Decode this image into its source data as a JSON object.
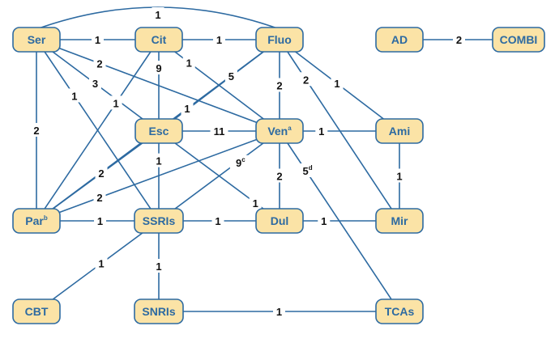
{
  "colors": {
    "node_fill": "#fbe3a6",
    "node_stroke": "#2d6aa1",
    "edge": "#2d6aa1",
    "node_text": "#2d6aa1",
    "edge_text": "#111111"
  },
  "nodes": [
    {
      "id": "Ser",
      "label": "Ser",
      "sup": ""
    },
    {
      "id": "Cit",
      "label": "Cit",
      "sup": ""
    },
    {
      "id": "Fluo",
      "label": "Fluo",
      "sup": ""
    },
    {
      "id": "AD",
      "label": "AD",
      "sup": ""
    },
    {
      "id": "COMBI",
      "label": "COMBI",
      "sup": ""
    },
    {
      "id": "Esc",
      "label": "Esc",
      "sup": ""
    },
    {
      "id": "Ven",
      "label": "Ven",
      "sup": "a"
    },
    {
      "id": "Ami",
      "label": "Ami",
      "sup": ""
    },
    {
      "id": "Par",
      "label": "Par",
      "sup": "b"
    },
    {
      "id": "SSRIs",
      "label": "SSRIs",
      "sup": ""
    },
    {
      "id": "Dul",
      "label": "Dul",
      "sup": ""
    },
    {
      "id": "Mir",
      "label": "Mir",
      "sup": ""
    },
    {
      "id": "CBT",
      "label": "CBT",
      "sup": ""
    },
    {
      "id": "SNRIs",
      "label": "SNRIs",
      "sup": ""
    },
    {
      "id": "TCAs",
      "label": "TCAs",
      "sup": ""
    }
  ],
  "edges": [
    {
      "from": "Ser",
      "to": "Fluo",
      "label": "1",
      "sup": ""
    },
    {
      "from": "Ser",
      "to": "Cit",
      "label": "1",
      "sup": ""
    },
    {
      "from": "Cit",
      "to": "Fluo",
      "label": "1",
      "sup": ""
    },
    {
      "from": "AD",
      "to": "COMBI",
      "label": "2",
      "sup": ""
    },
    {
      "from": "Ser",
      "to": "Ven",
      "label": "2",
      "sup": ""
    },
    {
      "from": "Ser",
      "to": "Esc",
      "label": "3",
      "sup": ""
    },
    {
      "from": "Ser",
      "to": "SSRIs",
      "label": "1",
      "sup": ""
    },
    {
      "from": "Ser",
      "to": "Par",
      "label": "2",
      "sup": ""
    },
    {
      "from": "Cit",
      "to": "Esc",
      "label": "9",
      "sup": ""
    },
    {
      "from": "Cit",
      "to": "Ven",
      "label": "1",
      "sup": ""
    },
    {
      "from": "Cit",
      "to": "Par",
      "label": "1",
      "sup": ""
    },
    {
      "from": "Fluo",
      "to": "Esc",
      "label": "5",
      "sup": ""
    },
    {
      "from": "Fluo",
      "to": "Ven",
      "label": "2",
      "sup": ""
    },
    {
      "from": "Fluo",
      "to": "Mir",
      "label": "2",
      "sup": ""
    },
    {
      "from": "Fluo",
      "to": "Ami",
      "label": "1",
      "sup": ""
    },
    {
      "from": "Fluo",
      "to": "Par",
      "label": "1",
      "sup": ""
    },
    {
      "from": "Esc",
      "to": "Ven",
      "label": "11",
      "sup": ""
    },
    {
      "from": "Esc",
      "to": "SSRIs",
      "label": "1",
      "sup": ""
    },
    {
      "from": "Esc",
      "to": "Dul",
      "label": "1",
      "sup": ""
    },
    {
      "from": "Esc",
      "to": "Par",
      "label": "2",
      "sup": ""
    },
    {
      "from": "Ven",
      "to": "Ami",
      "label": "1",
      "sup": ""
    },
    {
      "from": "Ven",
      "to": "SSRIs",
      "label": "9",
      "sup": "c"
    },
    {
      "from": "Ven",
      "to": "Dul",
      "label": "2",
      "sup": ""
    },
    {
      "from": "Ven",
      "to": "TCAs",
      "label": "5",
      "sup": "d"
    },
    {
      "from": "Ven",
      "to": "Par",
      "label": "2",
      "sup": ""
    },
    {
      "from": "Ami",
      "to": "Mir",
      "label": "1",
      "sup": ""
    },
    {
      "from": "Par",
      "to": "SSRIs",
      "label": "1",
      "sup": ""
    },
    {
      "from": "SSRIs",
      "to": "Dul",
      "label": "1",
      "sup": ""
    },
    {
      "from": "Dul",
      "to": "Mir",
      "label": "1",
      "sup": ""
    },
    {
      "from": "SSRIs",
      "to": "CBT",
      "label": "1",
      "sup": ""
    },
    {
      "from": "SSRIs",
      "to": "SNRIs",
      "label": "1",
      "sup": ""
    },
    {
      "from": "SNRIs",
      "to": "TCAs",
      "label": "1",
      "sup": ""
    }
  ]
}
